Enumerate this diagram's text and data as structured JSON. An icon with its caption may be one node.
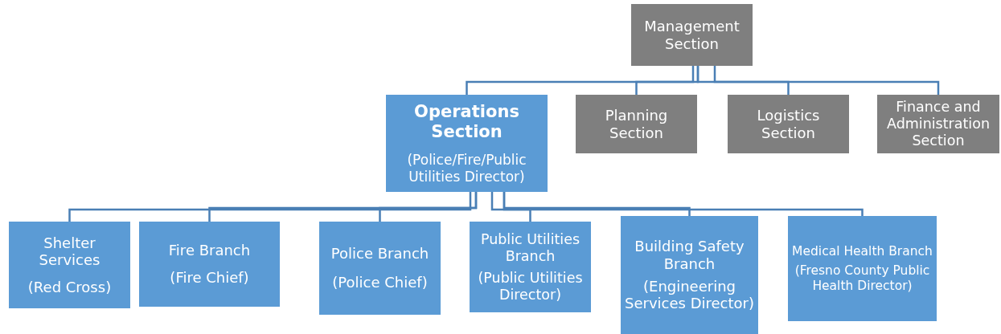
{
  "diagram": {
    "nodes": [
      {
        "text": [
          "Management Section"
        ]
      },
      {
        "text": [
          "Operations Section",
          "(Police/Fire/Public Utilities Director)"
        ]
      },
      {
        "text": [
          "Planning Section"
        ]
      },
      {
        "text": [
          "Logistics Section"
        ]
      },
      {
        "text": [
          "Finance and Administration Section"
        ]
      },
      {
        "text": [
          "Shelter Services",
          "(Red Cross)"
        ]
      },
      {
        "text": [
          "Fire Branch",
          "(Fire Chief)"
        ]
      },
      {
        "text": [
          "Police Branch",
          "(Police Chief)"
        ]
      },
      {
        "text": [
          "Public Utilities Branch",
          "(Public Utilities Director)"
        ]
      },
      {
        "text": [
          "Building Safety Branch",
          "(Engineering Services Director)"
        ]
      },
      {
        "text": [
          "Medical Health Branch",
          "(Fresno County Public Health Director)"
        ]
      }
    ],
    "edges": [
      {
        "from": 0,
        "to": 1,
        "arrow": "none"
      },
      {
        "from": 0,
        "to": 2,
        "arrow": "none"
      },
      {
        "from": 0,
        "to": 3,
        "arrow": "none"
      },
      {
        "from": 0,
        "to": 4,
        "arrow": "none"
      },
      {
        "from": 1,
        "to": 5,
        "arrow": "none"
      },
      {
        "from": 1,
        "to": 6,
        "arrow": "none"
      },
      {
        "from": 1,
        "to": 7,
        "arrow": "none"
      },
      {
        "from": 1,
        "to": 8,
        "arrow": "none"
      },
      {
        "from": 1,
        "to": 9,
        "arrow": "none"
      },
      {
        "from": 1,
        "to": 10,
        "arrow": "none"
      }
    ]
  }
}
